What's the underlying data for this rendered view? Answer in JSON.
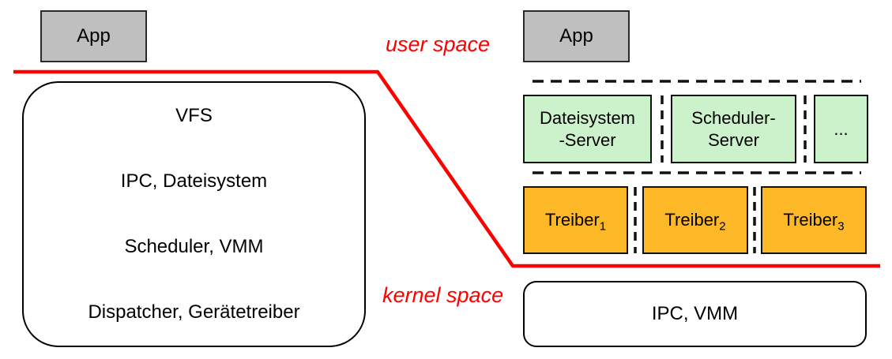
{
  "diagram": {
    "left": {
      "app_label": "App",
      "layers": [
        "VFS",
        "IPC, Dateisystem",
        "Scheduler, VMM",
        "Dispatcher, Gerätetreiber"
      ]
    },
    "divider": {
      "user_space_label": "user space",
      "kernel_space_label": "kernel space"
    },
    "right": {
      "app_label": "App",
      "servers": [
        {
          "lines": [
            "Dateisystem",
            "-Server"
          ]
        },
        {
          "lines": [
            "Scheduler-",
            "Server"
          ]
        },
        {
          "lines": [
            "..."
          ]
        }
      ],
      "drivers": [
        {
          "base": "Treiber",
          "sub": "1"
        },
        {
          "base": "Treiber",
          "sub": "2"
        },
        {
          "base": "Treiber",
          "sub": "3"
        }
      ],
      "kernel_box_label": "IPC, VMM"
    },
    "colors": {
      "line_red": "#ff0000",
      "app_gray": "#bfbfbf",
      "server_green": "#ccf2cc",
      "driver_orange": "#fdb827"
    }
  }
}
